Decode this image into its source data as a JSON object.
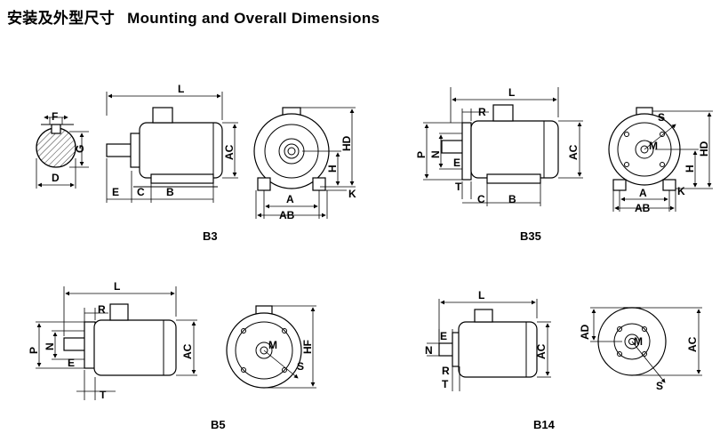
{
  "title": {
    "zh": "安装及外型尺寸",
    "en": "Mounting and Overall Dimensions"
  },
  "views": {
    "b3": {
      "caption": "B3",
      "shaft": [
        "F",
        "G",
        "D"
      ],
      "side": [
        "L",
        "AC",
        "E",
        "C",
        "B"
      ],
      "front": [
        "HD",
        "H",
        "K",
        "A",
        "AB"
      ]
    },
    "b35": {
      "caption": "B35",
      "side": [
        "L",
        "R",
        "P",
        "N",
        "E",
        "T",
        "C",
        "B",
        "AC"
      ],
      "front": [
        "S",
        "M",
        "HD",
        "H",
        "K",
        "A",
        "AB"
      ]
    },
    "b5": {
      "caption": "B5",
      "side": [
        "L",
        "R",
        "P",
        "N",
        "E",
        "T",
        "AC"
      ],
      "front": [
        "M",
        "S",
        "HF"
      ]
    },
    "b14": {
      "caption": "B14",
      "side": [
        "L",
        "E",
        "N",
        "R",
        "T",
        "AC"
      ],
      "front": [
        "AD",
        "M",
        "S",
        "AC"
      ]
    }
  }
}
